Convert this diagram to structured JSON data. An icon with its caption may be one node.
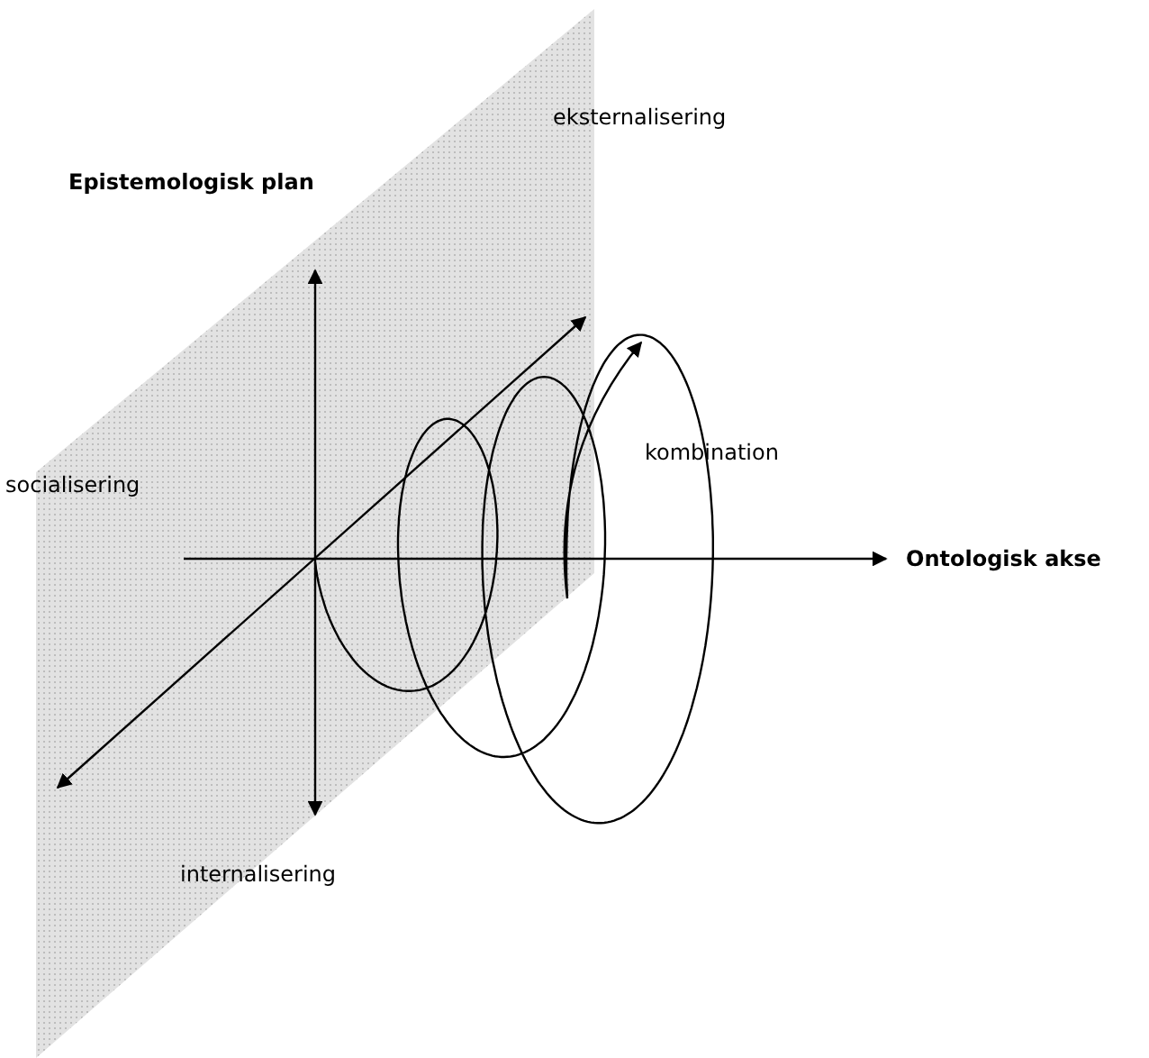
{
  "diagram": {
    "labels": [
      "eksternalisering",
      "Epistemologisk plan",
      "kombination",
      "socialisering",
      "Ontologisk akse",
      "internalisering"
    ]
  }
}
